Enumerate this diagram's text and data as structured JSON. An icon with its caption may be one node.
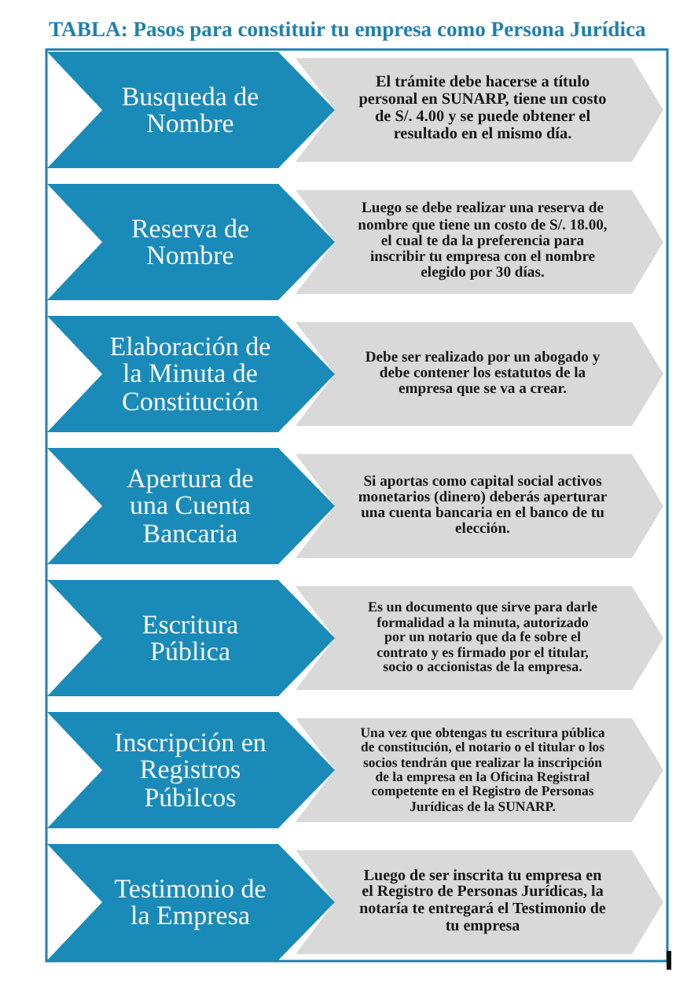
{
  "diagram": {
    "title": "TABLA: Pasos para constituir tu empresa como Persona Jurídica",
    "nodes": [
      {
        "text": [
          "Busqueda de Nombre"
        ]
      },
      {
        "text": [
          "El trámite debe hacerse a título personal en SUNARP, tiene un costo de S/. 4.00 y se puede obtener el resultado en el mismo día."
        ]
      },
      {
        "text": [
          "Reserva de Nombre"
        ]
      },
      {
        "text": [
          "Luego se debe realizar una reserva de nombre que tiene un costo de S/. 18.00, el cual te da la preferencia para inscribir tu empresa con el nombre elegido por 30 días."
        ]
      },
      {
        "text": [
          "Elaboración de la Minuta de Constitución"
        ]
      },
      {
        "text": [
          "Debe ser realizado por un abogado y debe contener los estatutos de la empresa que se va a crear."
        ]
      },
      {
        "text": [
          "Apertura de una Cuenta Bancaria"
        ]
      },
      {
        "text": [
          "Si aportas como capital social activos monetarios (dinero) deberás aperturar una cuenta bancaria en el banco de tu elección."
        ]
      },
      {
        "text": [
          "Escritura Pública"
        ]
      },
      {
        "text": [
          "Es un documento que sirve para darle formalidad a la minuta, autorizado por un notario que da fe sobre el contrato y es firmado por el titular, socio o accionistas de la empresa."
        ]
      },
      {
        "text": [
          "Inscripción en Registros Púbilcos"
        ]
      },
      {
        "text": [
          "Una vez que obtengas tu escritura pública de constitución, el notario o el titular o los socios tendrán que realizar la inscripción de la empresa en la Oficina Registral competente en el Registro de Personas Jurídicas de la SUNARP."
        ]
      },
      {
        "text": [
          "Testimonio de la Empresa"
        ]
      },
      {
        "text": [
          "Luego de ser inscrita tu empresa en el Registro de Personas Jurídicas, la notaría te entregará el Testimonio de tu empresa"
        ]
      }
    ]
  }
}
